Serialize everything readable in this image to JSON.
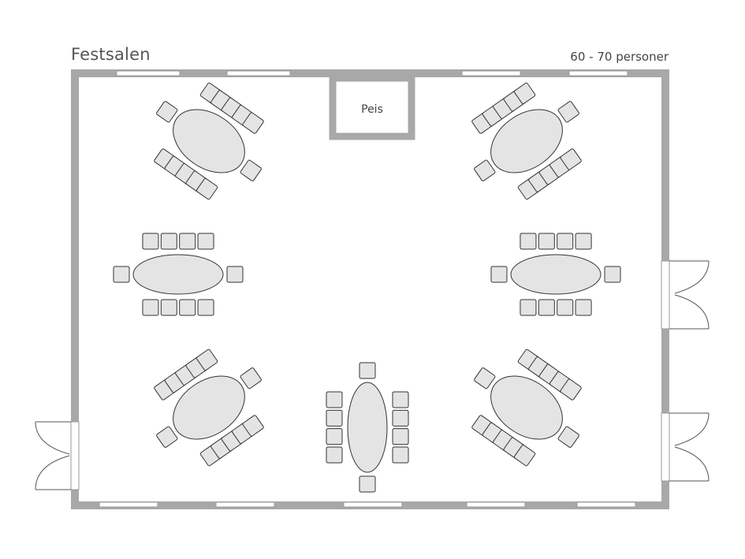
{
  "room": {
    "title": "Festsalen",
    "capacity": "60 - 70 personer",
    "fireplace_label": "Peis"
  },
  "colors": {
    "wall": "#a8a8a8",
    "table_fill": "#e4e4e4",
    "stroke": "#333333",
    "text": "#555555"
  },
  "tables": [
    {
      "id": "table-top-left",
      "shape": "oval",
      "orientation": "diagonal-down",
      "seats": 12
    },
    {
      "id": "table-top-right",
      "shape": "oval",
      "orientation": "diagonal-up",
      "seats": 12
    },
    {
      "id": "table-middle-left",
      "shape": "oval",
      "orientation": "horizontal",
      "seats": 10
    },
    {
      "id": "table-middle-right",
      "shape": "oval",
      "orientation": "horizontal",
      "seats": 10
    },
    {
      "id": "table-bottom-left",
      "shape": "oval",
      "orientation": "diagonal-up",
      "seats": 12
    },
    {
      "id": "table-bottom-center",
      "shape": "oval",
      "orientation": "vertical",
      "seats": 10
    },
    {
      "id": "table-bottom-right",
      "shape": "oval",
      "orientation": "diagonal-down",
      "seats": 12
    }
  ]
}
